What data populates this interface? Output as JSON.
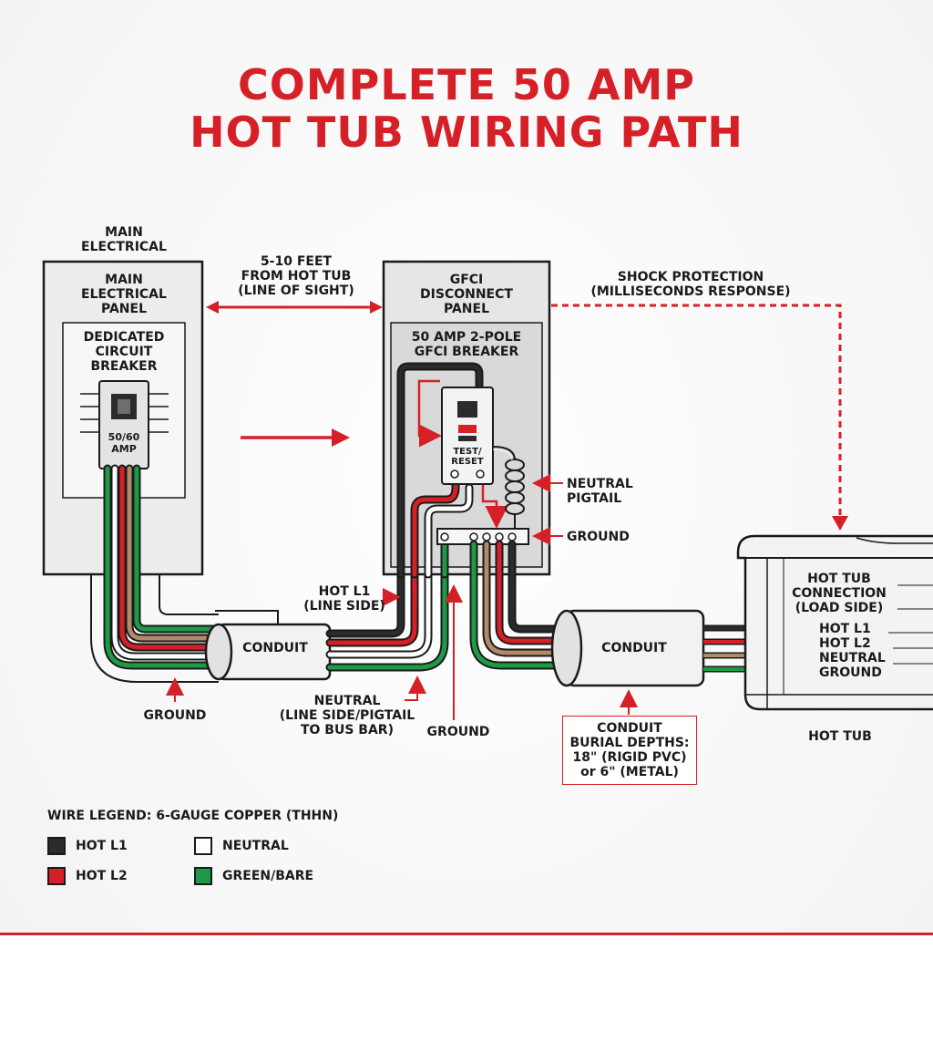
{
  "title": {
    "line1": "COMPLETE 50 AMP",
    "line2": "HOT TUB WIRING PATH"
  },
  "main_panel": {
    "header_line1": "MAIN",
    "header_line2": "ELECTRICAL",
    "panel_line1": "MAIN",
    "panel_line2": "ELECTRICAL",
    "panel_line3": "PANEL",
    "breaker_line1": "DEDICATED",
    "breaker_line2": "CIRCUIT",
    "breaker_line3": "BREAKER",
    "rating_line1": "50/60",
    "rating_line2": "AMP"
  },
  "distance": {
    "line1": "5-10 FEET",
    "line2": "FROM HOT TUB",
    "line3": "(LINE OF SIGHT)"
  },
  "gfci_panel": {
    "line1": "GFCI",
    "line2": "DISCONNECT",
    "line3": "PANEL",
    "breaker_line1": "50 AMP 2-POLE",
    "breaker_line2": "GFCI BREAKER",
    "test_line1": "TEST/",
    "test_line2": "RESET"
  },
  "shock": {
    "line1": "SHOCK PROTECTION",
    "line2": "(MILLISECONDS RESPONSE)"
  },
  "labels": {
    "neutral_pigtail_1": "NEUTRAL",
    "neutral_pigtail_2": "PIGTAIL",
    "ground_bus": "GROUND",
    "hot_l1_1": "HOT L1",
    "hot_l1_2": "(LINE SIDE)",
    "conduit_left": "CONDUIT",
    "conduit_right": "CONDUIT",
    "ground_left": "GROUND",
    "neutral_1": "NEUTRAL",
    "neutral_2": "(LINE SIDE/PIGTAIL",
    "neutral_3": "TO BUS BAR)",
    "ground_mid": "GROUND",
    "burial_1": "CONDUIT",
    "burial_2": "BURIAL DEPTHS:",
    "burial_3": "18\" (RIGID PVC)",
    "burial_4": "or 6\" (METAL)"
  },
  "hot_tub": {
    "conn_1": "HOT TUB",
    "conn_2": "CONNECTION",
    "conn_3": "(LOAD SIDE)",
    "wire_1": "HOT L1",
    "wire_2": "HOT L2",
    "wire_3": "NEUTRAL",
    "wire_4": "GROUND",
    "name": "HOT TUB"
  },
  "legend": {
    "title": "WIRE LEGEND: 6-GAUGE COPPER (THHN)",
    "items": [
      {
        "label": "HOT L1",
        "color": "#2b2b2b"
      },
      {
        "label": "NEUTRAL",
        "color": "#ffffff"
      },
      {
        "label": "HOT L2",
        "color": "#d62027"
      },
      {
        "label": "GREEN/BARE",
        "color": "#1e9a46"
      }
    ]
  },
  "colors": {
    "accent_red": "#d62027",
    "wire_black": "#2b2b2b",
    "wire_red": "#d62027",
    "wire_tan": "#b08a6b",
    "wire_green": "#1e9a46",
    "panel_gray": "#e9e9e9"
  }
}
